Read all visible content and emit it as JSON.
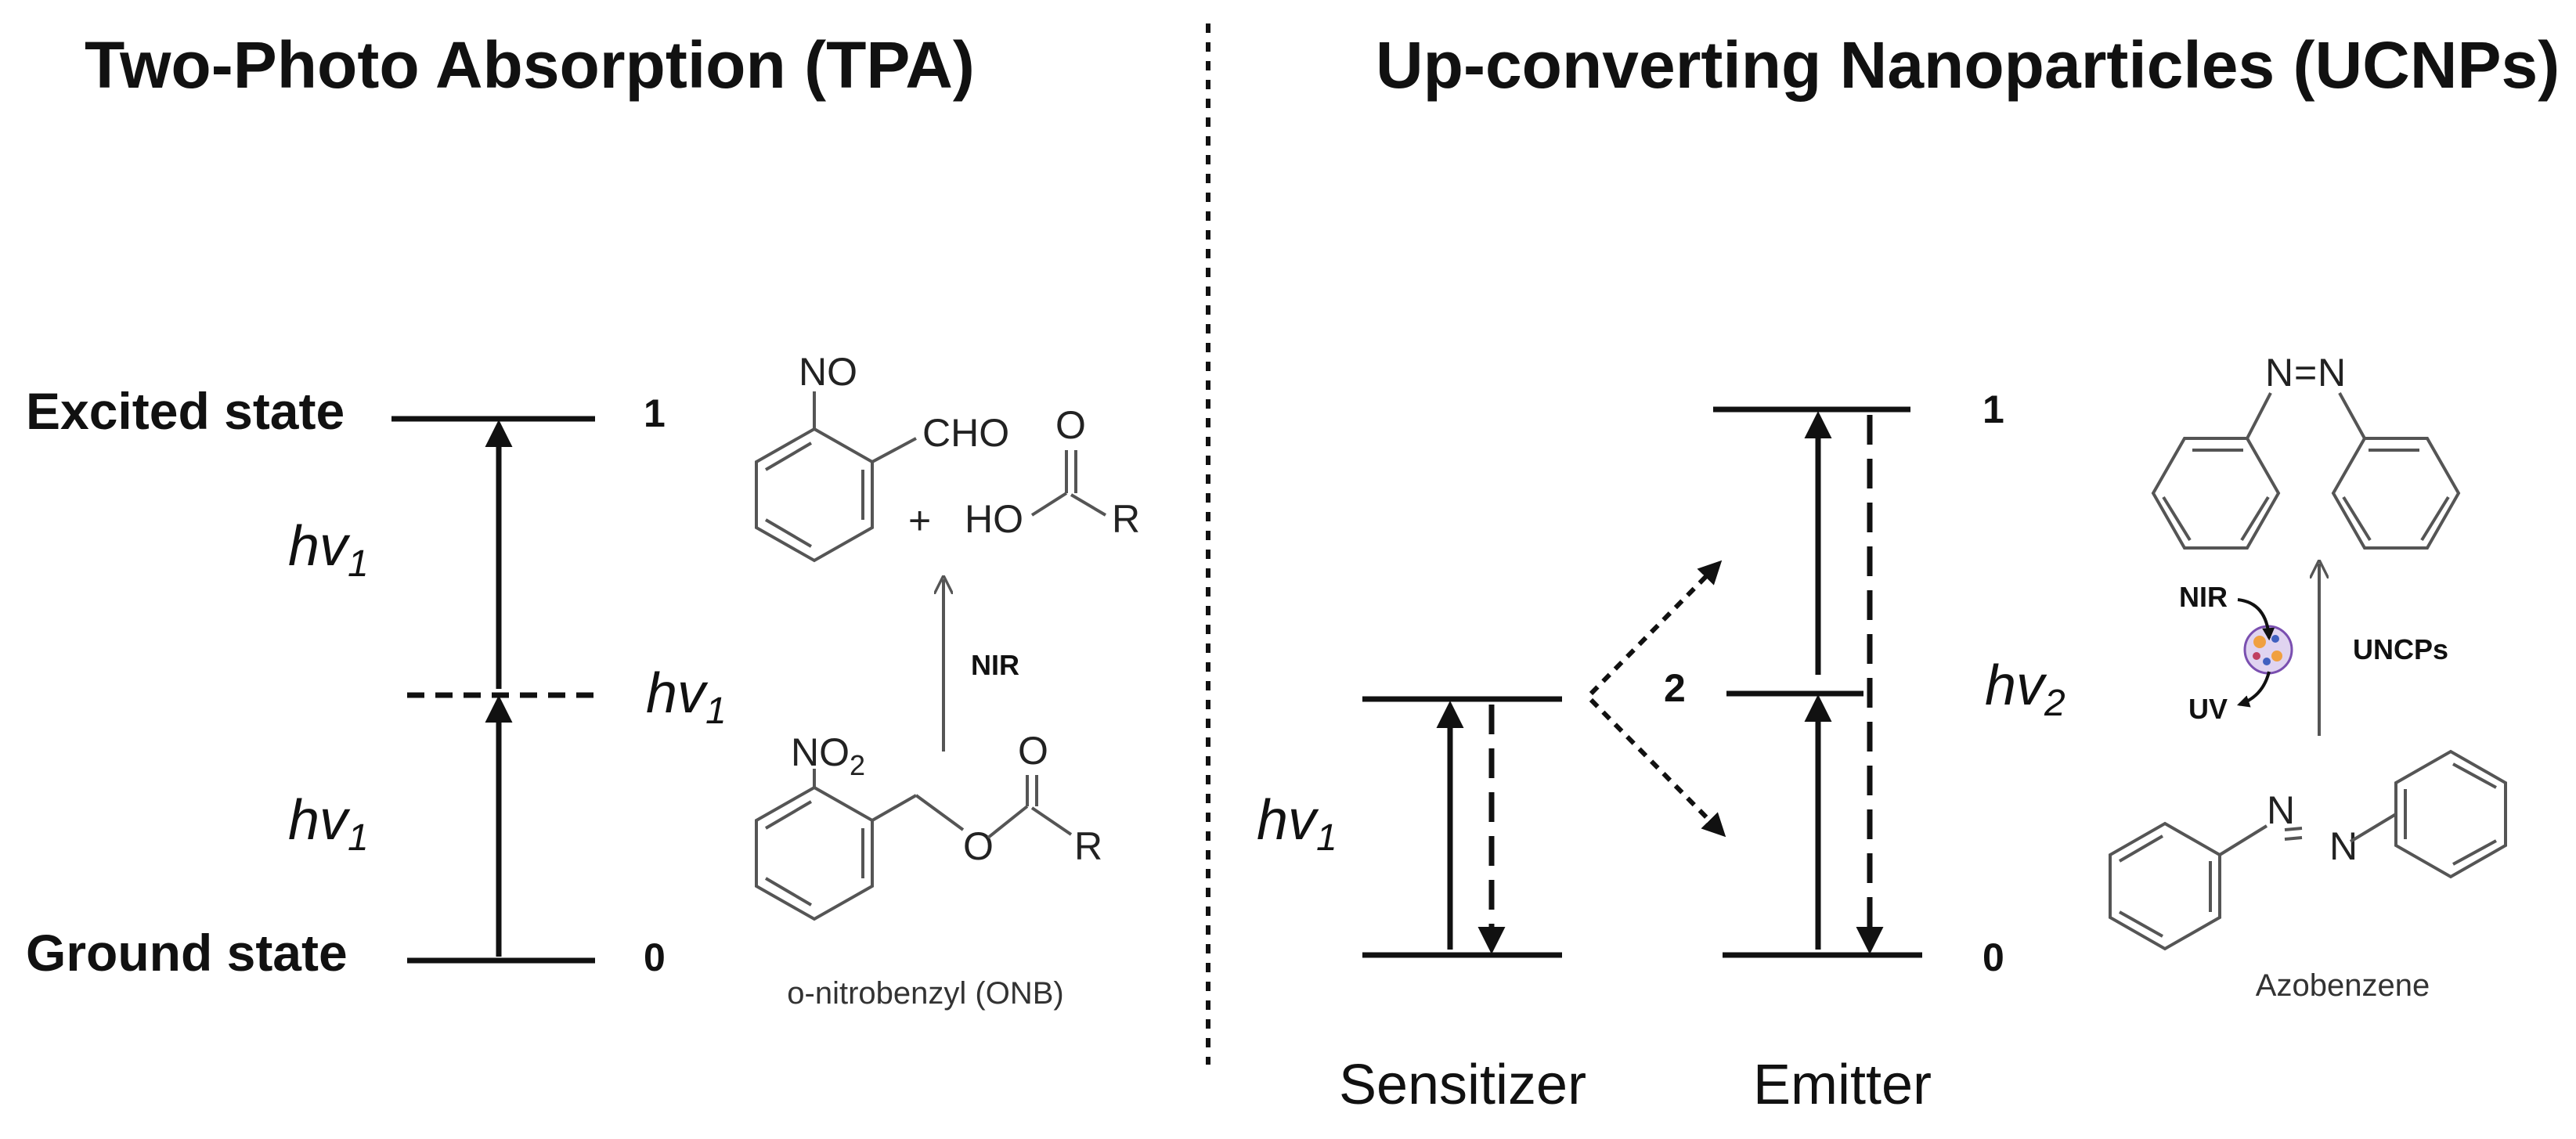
{
  "titles": {
    "tpa": "Two-Photo Absorption (TPA)",
    "ucnp": "Up-converting Nanoparticles (UCNPs)"
  },
  "tpa": {
    "excited_label": "Excited state",
    "ground_label": "Ground state",
    "level_1": "1",
    "level_0": "0",
    "hv_main": "hv",
    "hv_sub": "1",
    "onb": {
      "no": "NO",
      "cho": "CHO",
      "plus": "+",
      "ho": "HO",
      "o": "O",
      "r": "R",
      "no2_main": "NO",
      "no2_sub": "2",
      "arrow_label": "NIR",
      "caption": "o-nitrobenzyl (ONB)"
    }
  },
  "ucnp": {
    "level_1": "1",
    "level_2": "2",
    "level_0": "0",
    "hv1_main": "hv",
    "hv1_sub": "1",
    "hv2_main": "hv",
    "hv2_sub": "2",
    "sensitizer": "Sensitizer",
    "emitter": "Emitter",
    "azo": {
      "n1": "N",
      "eq": "=",
      "n2": "N",
      "nir": "NIR",
      "uv": "UV",
      "arrow_label": "UNCPs",
      "caption": "Azobenzene"
    }
  }
}
